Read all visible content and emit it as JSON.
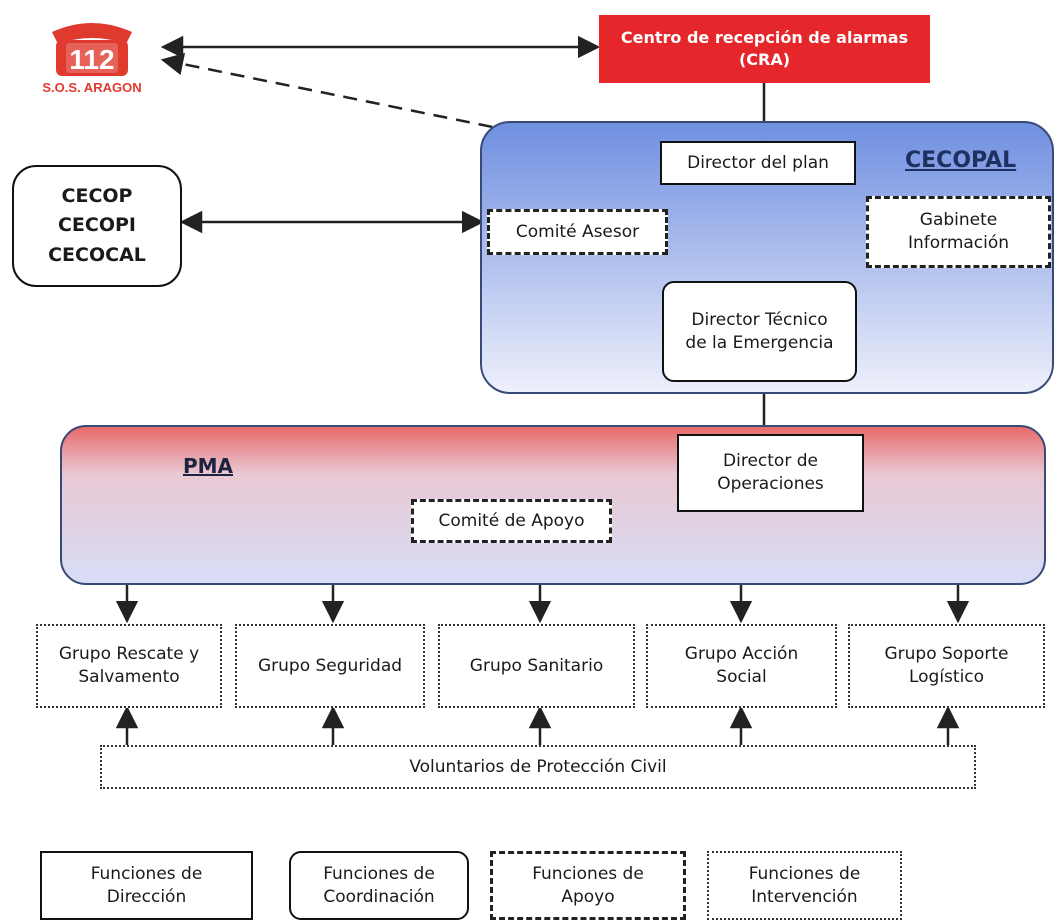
{
  "logo": {
    "number": "112",
    "caption": "S.O.S. ARAGON",
    "color": "#e03a2f"
  },
  "cra": {
    "label": "Centro de recepción de alarmas\n(CRA)",
    "color": "#e5262a"
  },
  "cecop_box": {
    "label": "CECOP\nCECOPI\nCECOCAL"
  },
  "cecopal": {
    "title": "CECOPAL",
    "director_plan": "Director del plan",
    "comite_asesor": "Comité Asesor",
    "gabinete": "Gabinete\nInformación",
    "director_tecnico": "Director Técnico\nde la Emergencia",
    "gradient_top": "#6f8fe0",
    "gradient_bottom": "#eef0fb"
  },
  "pma": {
    "title": "PMA",
    "director_operaciones": "Director de\nOperaciones",
    "comite_apoyo": "Comité de Apoyo",
    "gradient_top": "#e86a6a",
    "gradient_bottom": "#d7ddf6"
  },
  "groups": [
    "Grupo Rescate y\nSalvamento",
    "Grupo Seguridad",
    "Grupo Sanitario",
    "Grupo Acción\nSocial",
    "Grupo Soporte\nLogístico"
  ],
  "voluntarios": "Voluntarios de Protección Civil",
  "legend": [
    {
      "label": "Funciones de\nDirección",
      "style": "solid"
    },
    {
      "label": "Funciones de\nCoordinación",
      "style": "round"
    },
    {
      "label": "Funciones de\nApoyo",
      "style": "dashed"
    },
    {
      "label": "Funciones de\nIntervención",
      "style": "dotted"
    }
  ]
}
